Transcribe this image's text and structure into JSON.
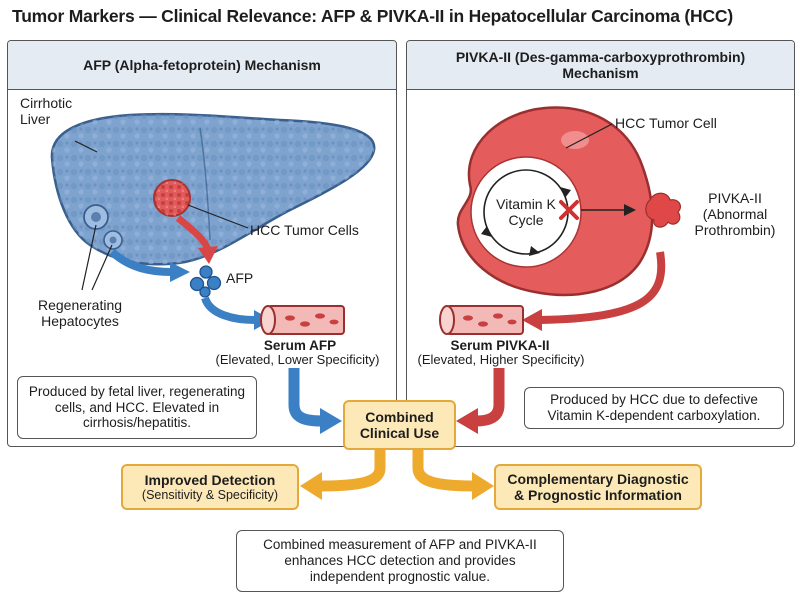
{
  "title": "Tumor Markers — Clinical Relevance: AFP & PIVKA-II in Hepatocellular Carcinoma (HCC)",
  "left_panel": {
    "header": "AFP (Alpha-fetoprotein) Mechanism",
    "cirrhotic_liver": "Cirrhotic\nLiver",
    "hcc_tumor_cells": "HCC Tumor Cells",
    "afp": "AFP",
    "regenerating": "Regenerating\nHepatocytes",
    "serum_title": "Serum AFP",
    "serum_sub": "(Elevated, Lower Specificity)",
    "note": "Produced by fetal liver, regenerating cells, and HCC. Elevated in cirrhosis/hepatitis."
  },
  "right_panel": {
    "header": "PIVKA-II (Des-gamma-carboxyprothrombin) Mechanism",
    "hcc_tumor_cell": "HCC Tumor Cell",
    "vitamin_k": "Vitamin K\nCycle",
    "pivka": "PIVKA-II\n(Abnormal\nProthrombin)",
    "serum_title": "Serum PIVKA-II",
    "serum_sub": "(Elevated, Higher Specificity)",
    "note": "Produced by HCC due to defective Vitamin K-dependent carboxylation."
  },
  "combined": "Combined\nClinical Use",
  "improved": {
    "title": "Improved Detection",
    "sub": "(Sensitivity & Specificity)"
  },
  "complementary": "Complementary Diagnostic\n& Prognostic Information",
  "conclusion": "Combined measurement of AFP and PIVKA-II enhances HCC detection and provides independent prognostic value.",
  "colors": {
    "liver": "#7fa3cf",
    "afp_blue": "#3b7fc4",
    "tumor_red": "#e25b5b",
    "cell_red": "#e45c5c",
    "arrow_red": "#c94040",
    "arrow_orange": "#eeaa2c",
    "highlight_fill": "#fde9b8"
  }
}
